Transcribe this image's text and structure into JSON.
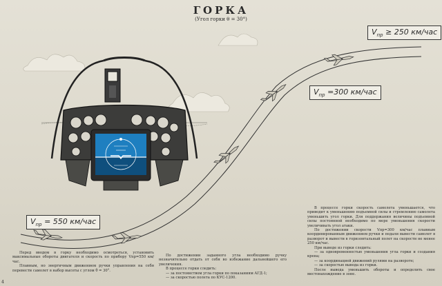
{
  "title": "ГОРКА",
  "subtitle": "(Угол горки θ = 30°)",
  "speed_labels": {
    "v250": "≥ 250 км/час",
    "v300": "=300 км/час",
    "v550": "= 550 км/час",
    "v_prefix": "V",
    "v_sub": "пр"
  },
  "text_left": [
    "Перед вводом в горку необходимо осмотреться, установить максимальные обороты двигателя и скорость по прибору Vпр=550 км/час.",
    "Плавным, но энергичным движением ручки управления на себя перевести самолет в набор высоты с углом θ = 30°."
  ],
  "text_middle": [
    "По достижении заданного угла необходимо ручку незначительно отдать от себя во избежание дальнейшего его увеличения.",
    "В процессе горки следить:",
    "— за постоянством угла горки по показаниям АГД-1;",
    "— за скоростью полета по КУС-1200."
  ],
  "text_right": [
    "В процессе горки скорость самолета уменьшается, что приводит к уменьшению подъемной силы и стремлению самолета уменьшить угол горки. Для поддержания величины подъемной силы постоянной необходимо по мере уменьшения скорости увеличивать угол атаки.",
    "По достижении скорости Vпр=300 км/час плавным координированным движением ручки и педали вывести самолет в разворот и вывести в горизонтальный полет на скорости не менее 250 км/час.",
    "При выводе из горки следить:",
    "— за одновременностью уменьшения угла горки и создания крена;",
    "— за координацией движений рулями на развороте;",
    "— за скоростью вывода из горки.",
    "После вывода уменьшить обороты и определить свое местонахождение в зоне."
  ],
  "page_number": "4",
  "colors": {
    "paper": "#e4e1d6",
    "ink": "#2a2a2a",
    "attitude_sky": "#1e7fc0",
    "panel": "#2b2b2b"
  }
}
